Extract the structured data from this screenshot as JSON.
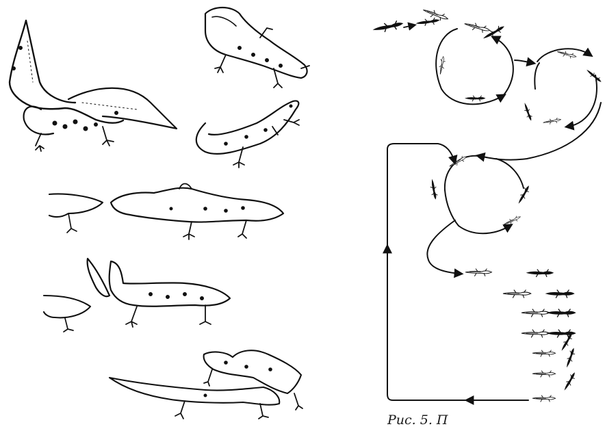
{
  "figure": {
    "caption": "Рис. 5. П",
    "ink_color": "#111111",
    "background": "#ffffff"
  },
  "left_panel": {
    "scenes": [
      {
        "id": "scene-1",
        "subject": "two-newts-tail-fanning"
      },
      {
        "id": "scene-2",
        "subject": "male-newt-crest-display"
      },
      {
        "id": "scene-3",
        "subject": "single-newt-curled-tail"
      },
      {
        "id": "scene-4",
        "subject": "female-approaching-crested-male"
      },
      {
        "id": "scene-5",
        "subject": "male-raised-tail-female-behind"
      },
      {
        "id": "scene-6",
        "subject": "pair-newts-mating-position"
      }
    ]
  },
  "right_panel": {
    "diagram": "courtship-sequence-flow",
    "loops": 3,
    "column_rows": 7
  }
}
